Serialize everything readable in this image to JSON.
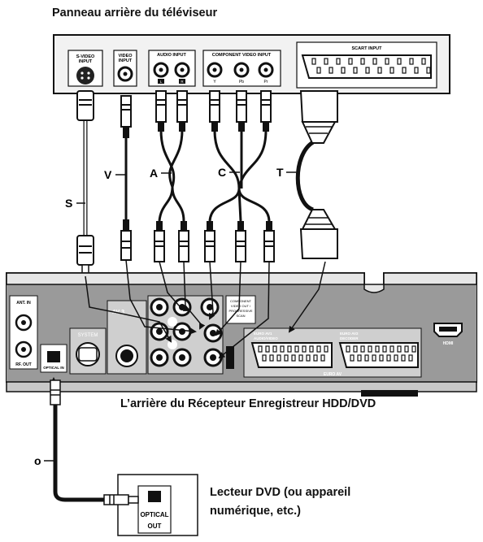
{
  "captions": {
    "tv_panel": "Panneau arrière du téléviseur",
    "recorder": "L’arrière du Récepteur Enregistreur HDD/DVD",
    "dvd_line1": "Lecteur DVD (ou appareil",
    "dvd_line2": "numérique, etc.)"
  },
  "tv_inputs": {
    "svideo": [
      "S-VIDEO",
      "INPUT"
    ],
    "video": [
      "VIDEO",
      "INPUT"
    ],
    "audio": "AUDIO INPUT",
    "audio_l": "L",
    "audio_r": "R",
    "component": "COMPONENT VIDEO INPUT",
    "comp_y": "Y",
    "comp_pb": "Pb",
    "comp_pr": "Pr",
    "scart": "SCART INPUT"
  },
  "cables": {
    "s": "S",
    "v": "V",
    "a": "A",
    "c": "C",
    "t": "T",
    "o": "o"
  },
  "recorder_labels": {
    "ant_in": "ANT. IN",
    "rf_out": "RF. OUT",
    "optical_in": "OPTICAL IN",
    "system": "SYSTEM",
    "av3": "AV 3",
    "component_out": [
      "COMPONENT",
      "VIDEO OUT /",
      "PROGRESSIVE",
      "SCAN"
    ],
    "euro_av1": [
      "EURO AV1",
      "AUDIO/VIDEO"
    ],
    "euro_av2": [
      "EURO AV2",
      "DECODER"
    ],
    "euro_av": "EURO AV",
    "hdmi": "HDMI"
  },
  "dvd_device": {
    "optical": "OPTICAL",
    "out": "OUT"
  }
}
